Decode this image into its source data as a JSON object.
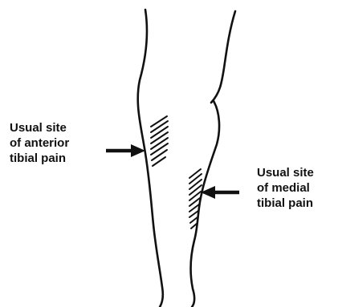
{
  "labels": {
    "anterior": [
      "Usual site",
      "of anterior",
      "tibial pain"
    ],
    "medial": [
      "Usual site",
      "of medial",
      "tibial pain"
    ]
  }
}
